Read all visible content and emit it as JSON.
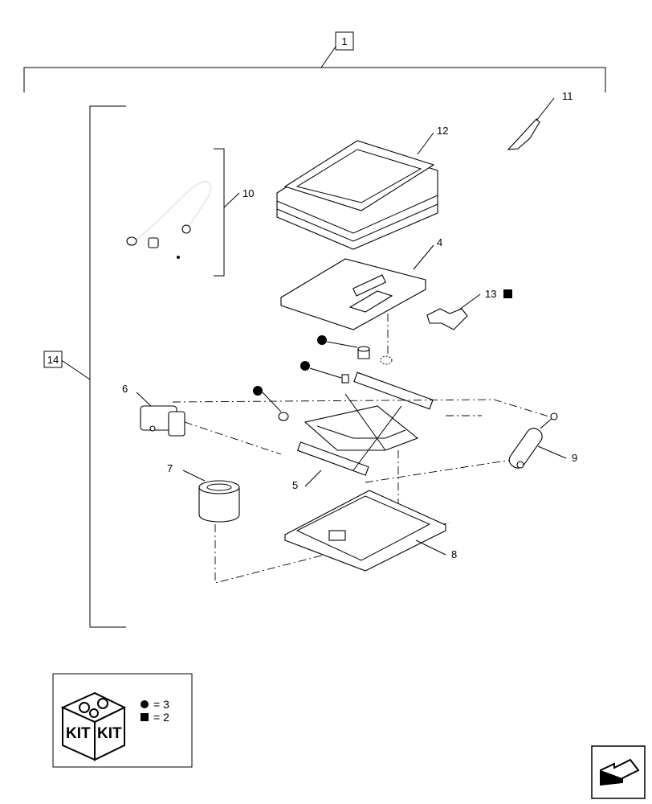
{
  "callouts": {
    "c1": "1",
    "c4": "4",
    "c5": "5",
    "c6": "6",
    "c7": "7",
    "c8": "8",
    "c9": "9",
    "c10": "10",
    "c11": "11",
    "c12": "12",
    "c13": "13",
    "c14": "14"
  },
  "kit_box": {
    "kit_label_left": "KIT",
    "kit_label_right": "KIT",
    "circle_equals": "= 3",
    "square_equals": "= 2"
  },
  "icons": {
    "circle_marker": "filled-circle-icon",
    "square_marker": "filled-square-icon",
    "nav": "next-page-arrow-icon"
  },
  "colors": {
    "ink": "#000000",
    "paper": "#ffffff"
  }
}
